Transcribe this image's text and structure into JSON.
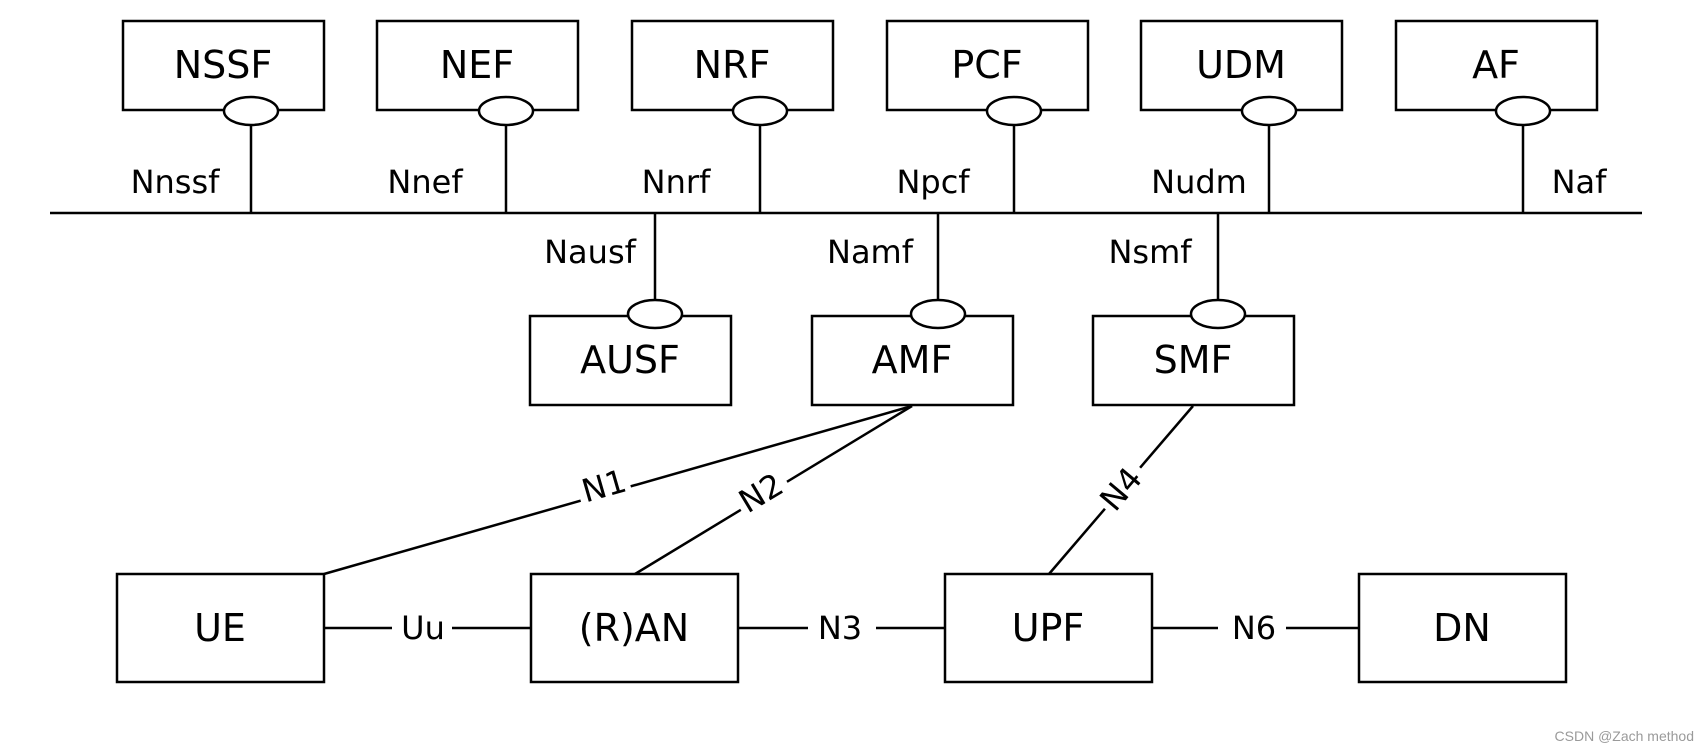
{
  "service_based_nfs": {
    "top_row": [
      {
        "name": "NSSF",
        "interface": "Nnssf"
      },
      {
        "name": "NEF",
        "interface": "Nnef"
      },
      {
        "name": "NRF",
        "interface": "Nnrf"
      },
      {
        "name": "PCF",
        "interface": "Npcf"
      },
      {
        "name": "UDM",
        "interface": "Nudm"
      },
      {
        "name": "AF",
        "interface": "Naf"
      }
    ],
    "middle_row": [
      {
        "name": "AUSF",
        "interface": "Nausf"
      },
      {
        "name": "AMF",
        "interface": "Namf"
      },
      {
        "name": "SMF",
        "interface": "Nsmf"
      }
    ]
  },
  "bottom_row": [
    "UE",
    "(R)AN",
    "UPF",
    "DN"
  ],
  "reference_points": {
    "n1": "N1",
    "n2": "N2",
    "n4": "N4",
    "uu": "Uu",
    "n3": "N3",
    "n6": "N6"
  },
  "watermark": "CSDN @Zach method"
}
